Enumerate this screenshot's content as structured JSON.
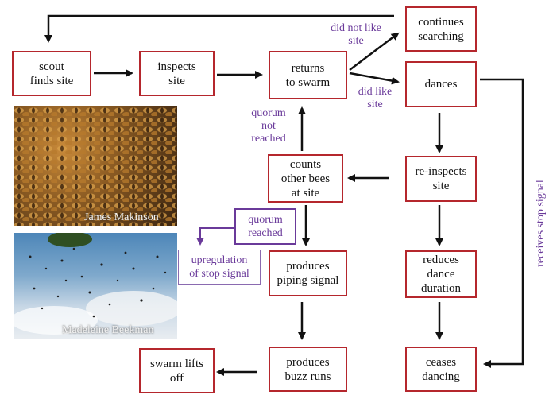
{
  "nodes": {
    "scout": "scout\nfinds site",
    "inspects": "inspects\nsite",
    "returns": "returns\nto swarm",
    "continues": "continues\nsearching",
    "dances": "dances",
    "counts": "counts\nother bees\nat site",
    "reinspects": "re-inspects\nsite",
    "piping": "produces\npiping signal",
    "reduces": "reduces\ndance\nduration",
    "buzz": "produces\nbuzz runs",
    "ceases": "ceases\ndancing",
    "lifts": "swarm lifts\noff"
  },
  "labels": {
    "did_not_like": "did not like\nsite",
    "did_like": "did like\nsite",
    "quorum_not_reached": "quorum\nnot\nreached",
    "quorum_reached": "quorum\nreached",
    "upregulation": "upregulation\nof stop signal",
    "receives_stop": "receives stop signal"
  },
  "photos": {
    "top_credit": "James Makinson",
    "bottom_credit": "Madeleine Beekman"
  },
  "colors": {
    "box_border": "#b5272d",
    "label_purple": "#6a3a9a",
    "arrow": "#111111"
  }
}
